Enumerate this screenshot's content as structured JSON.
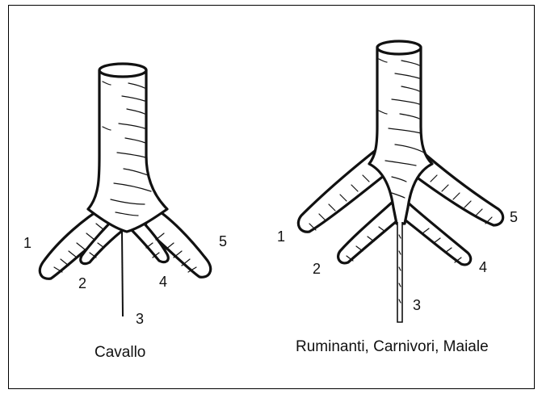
{
  "figures": [
    {
      "caption": "Cavallo",
      "branch_labels": [
        "1",
        "2",
        "3",
        "4",
        "5"
      ]
    },
    {
      "caption": "Ruminanti, Carnivori, Maiale",
      "branch_labels": [
        "1",
        "2",
        "3",
        "4",
        "5"
      ]
    }
  ]
}
